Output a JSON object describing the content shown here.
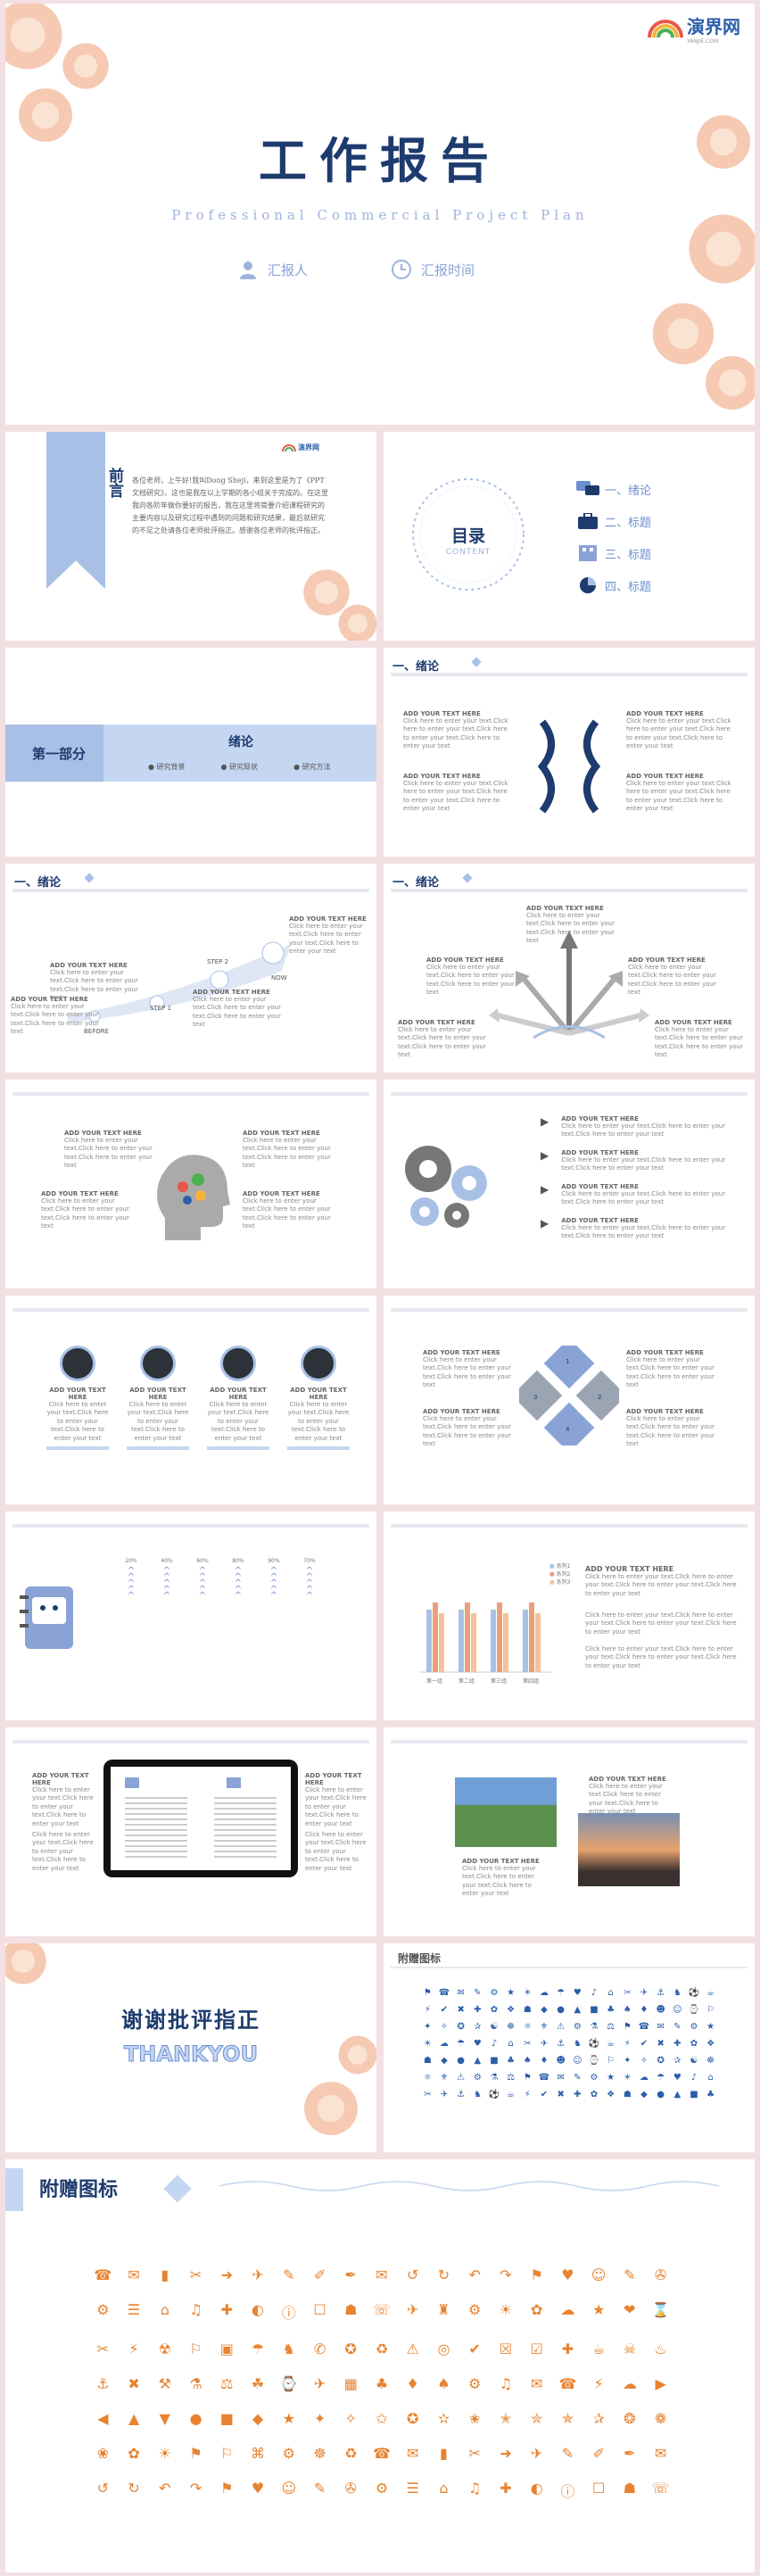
{
  "brand": {
    "logo_text": "演界网",
    "logo_sub": "YANJIE.COM"
  },
  "cover": {
    "title": "工作报告",
    "subtitle": "Professional Commercial Project Plan",
    "reporter_label": "汇报人",
    "time_label": "汇报时间"
  },
  "foreword": {
    "title": "前言",
    "body": "各位老师，上午好!我叫Dong Sheji，来到这里是为了《PPT文档研究》，这也是我在以上学期的各小组关于完成的。在这里我向各阶年做你要好的报告，我在这里将简要介绍课程研究的主要内容以及研究过程中遇到的问题和研究结果，最后就研究的不足之处请各位老师批评指正。感谢各位老师的批评指正。"
  },
  "toc": {
    "title": "目录",
    "title_en": "CONTENT",
    "items": [
      "一、绪论",
      "二、标题",
      "三、标题",
      "四、标题"
    ]
  },
  "part1": {
    "label": "第一部分",
    "title": "绪论",
    "bullets": [
      "研究背景",
      "研究现状",
      "研究方法"
    ]
  },
  "section": {
    "title": "一、绪论"
  },
  "generic": {
    "heading": "ADD YOUR TEXT HERE",
    "body": "Click here to enter your text.Click here to enter your text.Click here to enter your text.Click here to enter your text",
    "body_short": "Click here to enter your text.Click here to enter your text.Click here to enter your text"
  },
  "timeline": {
    "before": "BEFORE",
    "step1": "STEP 1",
    "step2": "STEP 2",
    "now": "NOW"
  },
  "percents": [
    "20%",
    "40%",
    "60%",
    "80%",
    "90%",
    "70%"
  ],
  "bars": {
    "legend": [
      "系列1",
      "系列2",
      "系列3"
    ],
    "categories": [
      "第一组",
      "第二组",
      "第三组",
      "第四组"
    ]
  },
  "thanks": {
    "cn": "谢谢批评指正",
    "en": "THANKYOU"
  },
  "icons_title": "附赠图标",
  "icons_title_big": "附赠图标",
  "small_icon_glyphs": "⚑☎✉✎⚙★☀☁☂♥♪⌂✂✈⚓♞⚽☕⚡✔✖✚✿❖☗◆●▲■♣♠♦☻☺⌚⚐✦✧✪✰☯☸⚛⚜⚠⚙⚗⚖",
  "orange_icon_glyphs": "☎✉▮✂➜✈✎✐✒✉↺↻↶↷⚑♥☺✎✇⚙☰⌂♫✚◐ⓘ☐☗☏✈♜⚙☀✿☁★❤⌛✂⚡☢⚐▣☂♞✆✪♻⚠◎✔☒☑✚☕☠♨⚓✖⚒⚗⚖☘⌚✈▦♣♦♠⚙♫✉☎⚡☁▶◀▲▼●■◆★✦✧✩✪✫✬✭✮✯✰❂❁❀✿☀⚑⚐⌘⚙☸♻"
}
